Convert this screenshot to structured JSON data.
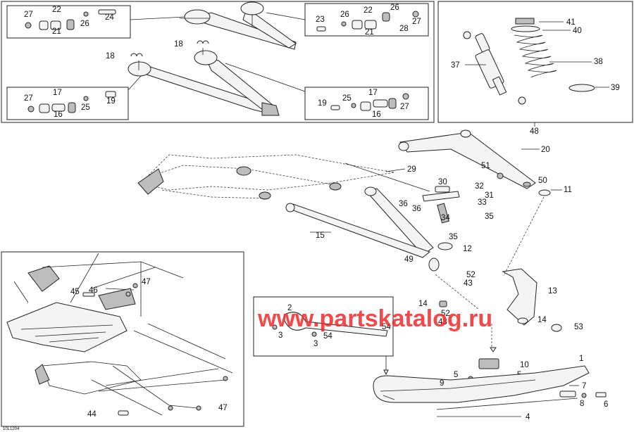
{
  "drawing_code": "10L1204",
  "watermark": "www.partskatalog.ru",
  "callouts": {
    "topleft_box1": [
      "27",
      "22",
      "24",
      "21",
      "26"
    ],
    "topleft_box2": [
      "23",
      "26",
      "22",
      "26",
      "27",
      "21",
      "28"
    ],
    "topleft_box3": [
      "27",
      "17",
      "25",
      "19",
      "16"
    ],
    "topleft_box4": [
      "19",
      "25",
      "17",
      "27",
      "16"
    ],
    "arm_labels": [
      "18",
      "18"
    ],
    "shock": [
      "41",
      "40",
      "37",
      "38",
      "39",
      "48"
    ],
    "main": [
      "20",
      "29",
      "51",
      "50",
      "11",
      "30",
      "32",
      "31",
      "36",
      "33",
      "36",
      "34",
      "35",
      "35",
      "15",
      "12",
      "49",
      "52",
      "43",
      "13",
      "14",
      "52",
      "43",
      "14",
      "53",
      "10",
      "5",
      "5",
      "9",
      "1",
      "7",
      "8",
      "6",
      "4"
    ],
    "inset_right": [
      "2",
      "54",
      "54",
      "3",
      "3"
    ],
    "bottom_left": [
      "45",
      "46",
      "47",
      "44",
      "47"
    ]
  }
}
